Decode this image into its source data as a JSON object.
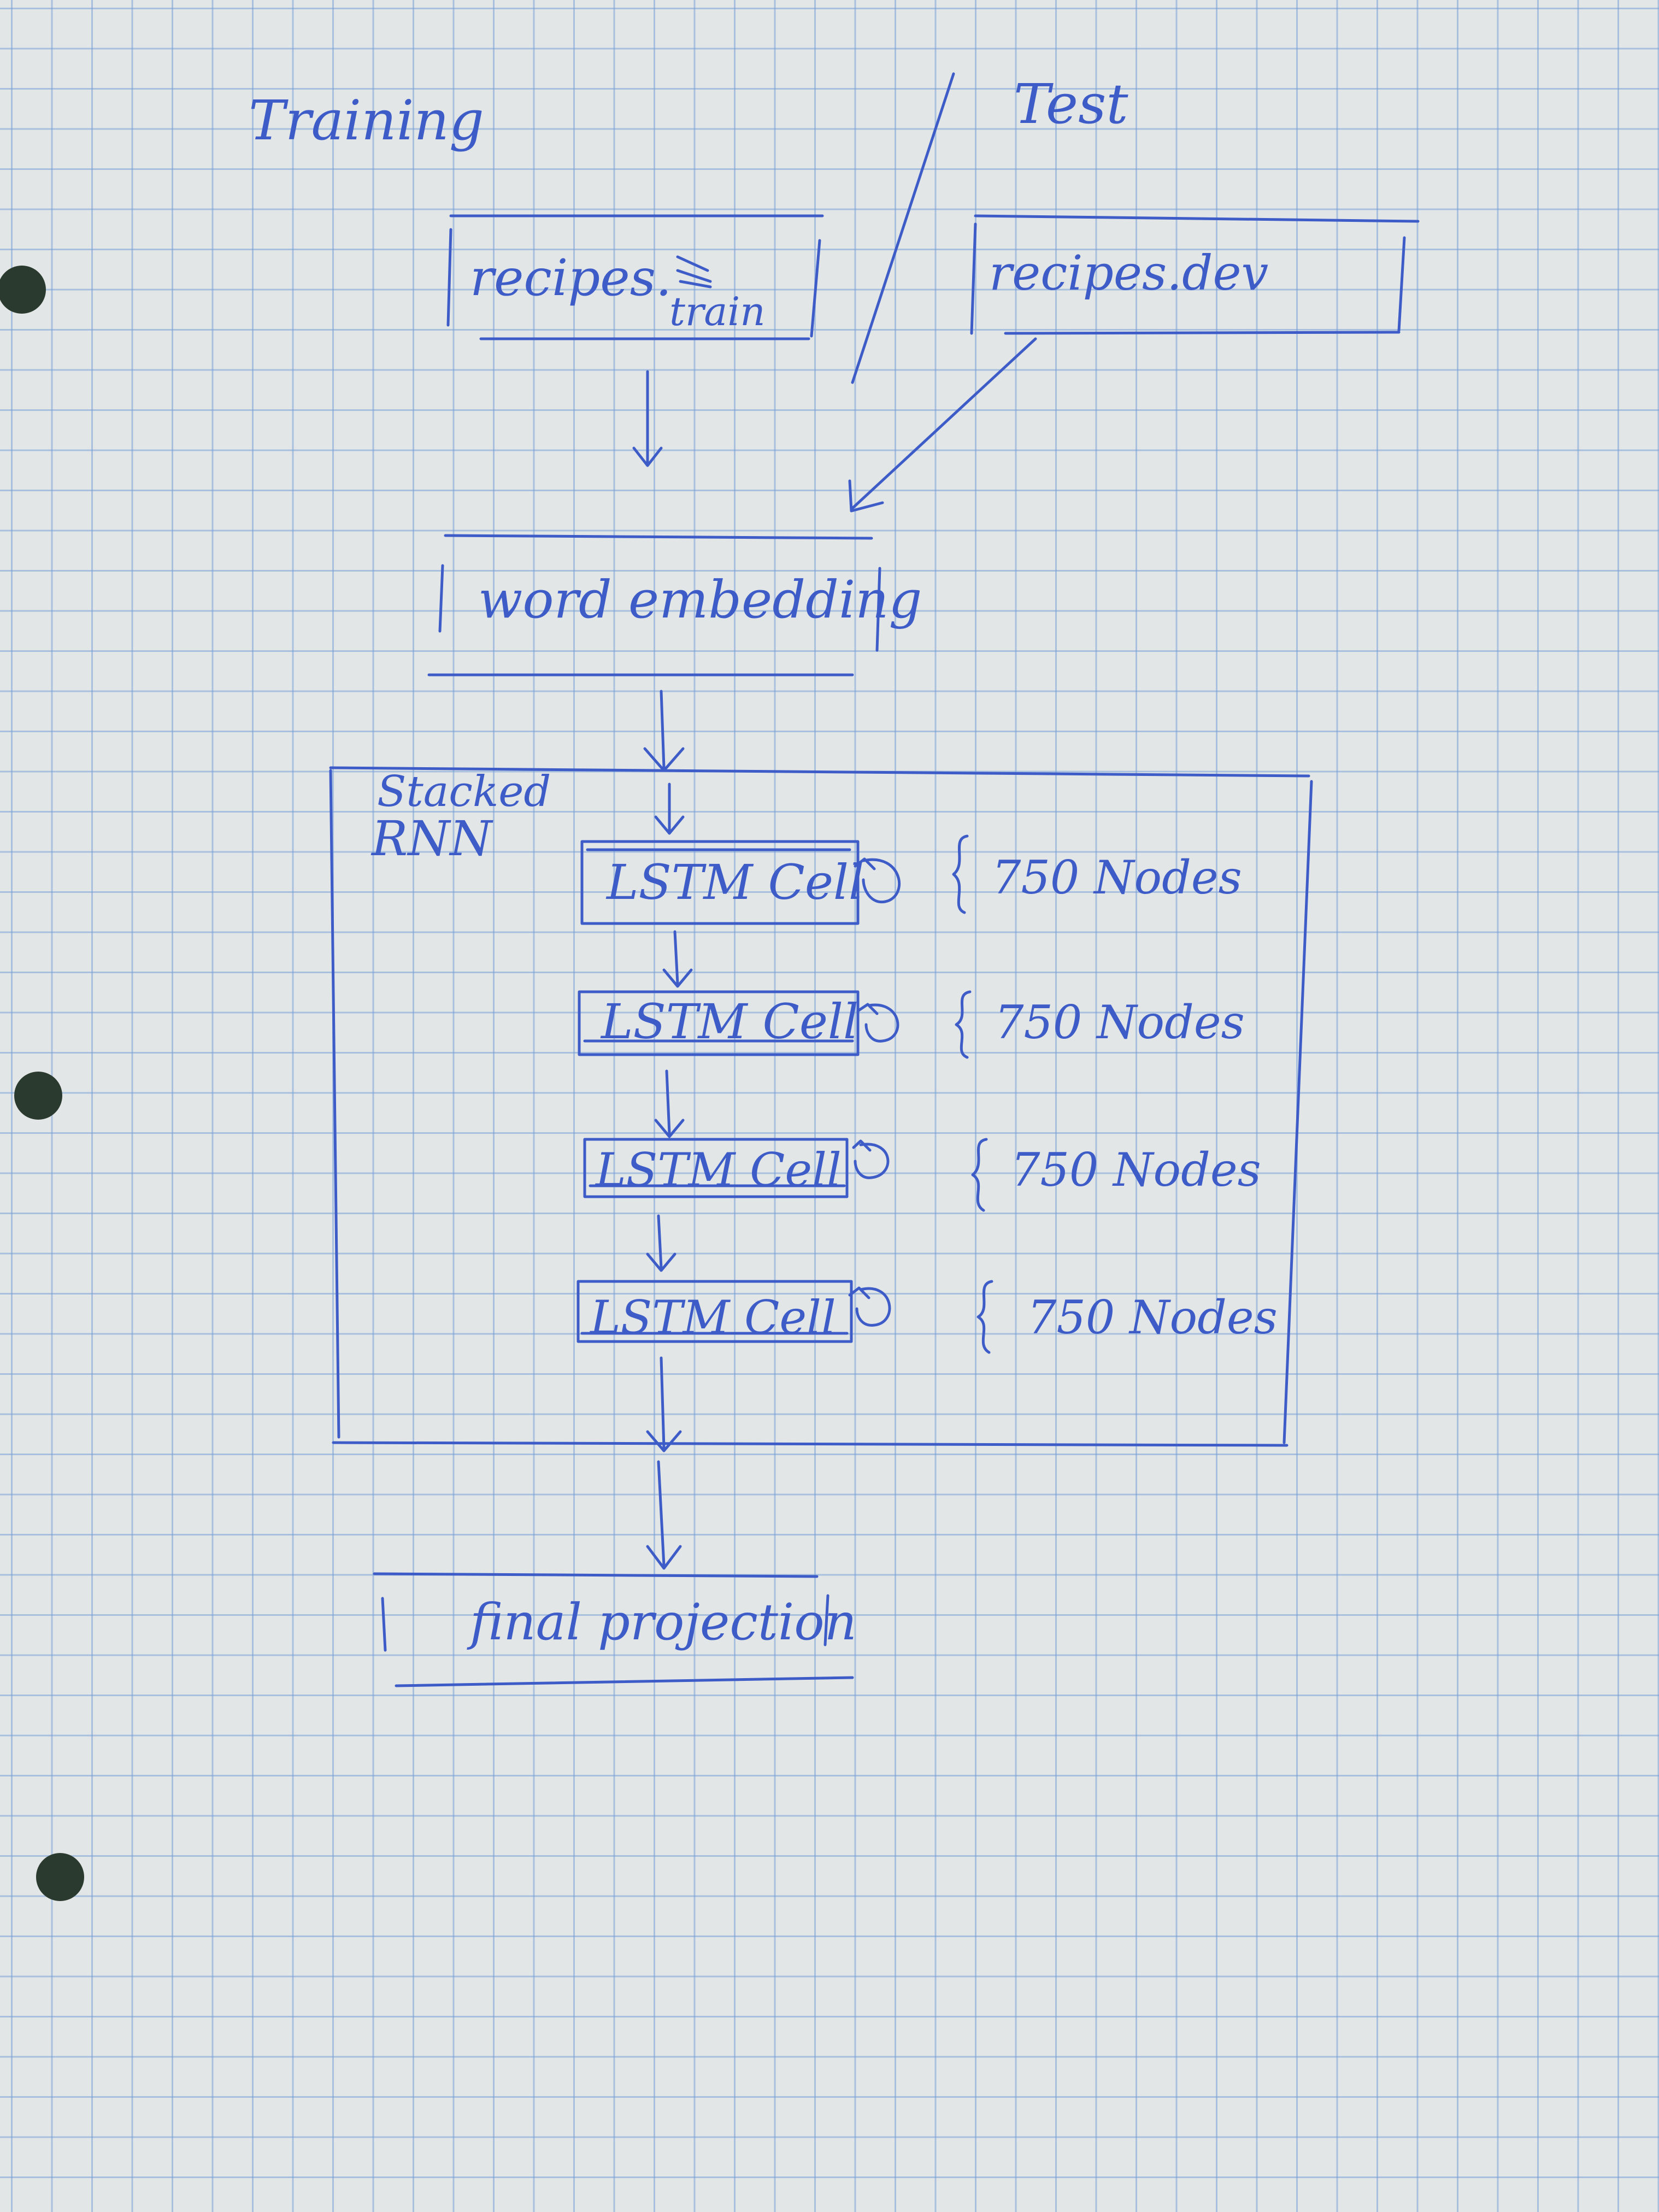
{
  "columns": {
    "training": "Training",
    "test": "Test"
  },
  "inputs": {
    "train_file": {
      "prefix": "recipes.",
      "suffix": "train"
    },
    "dev_file": "recipes.dev"
  },
  "embedding": "word embedding",
  "stack": {
    "title_line1": "Stacked",
    "title_line2": "RNN",
    "cells": [
      {
        "label": "LSTM Cell",
        "nodes": "750 Nodes"
      },
      {
        "label": "LSTM Cell",
        "nodes": "750 Nodes"
      },
      {
        "label": "LSTM Cell",
        "nodes": "750 Nodes"
      },
      {
        "label": "LSTM Cell",
        "nodes": "750 Nodes"
      }
    ]
  },
  "output": "final projection",
  "colors": {
    "ink": "#3d5cc8",
    "paper": "#e3e6e6",
    "grid": "#78a0d7"
  }
}
